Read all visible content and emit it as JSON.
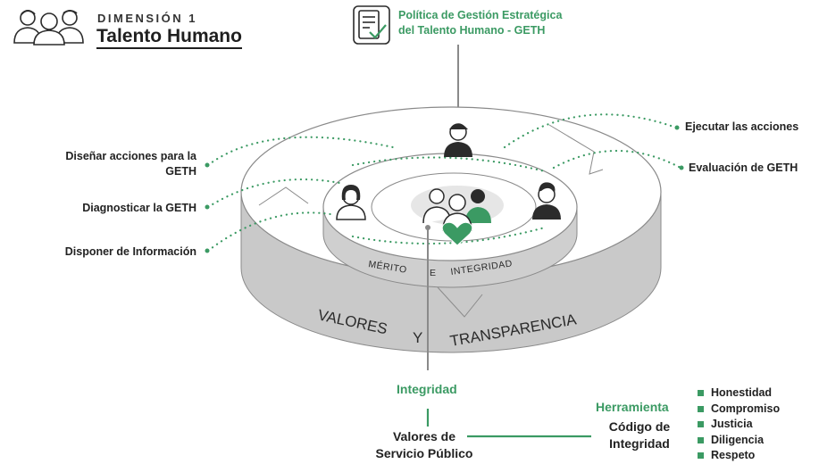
{
  "header": {
    "dimension_label": "DIMENSIÓN 1",
    "title": "Talento Humano"
  },
  "policy": {
    "line1": "Política de Gestión Estratégica",
    "line2": "del Talento Humano - GETH"
  },
  "left_labels": {
    "design_line1": "Diseñar acciones para la",
    "design_line2": "GETH",
    "diagnose": "Diagnosticar la GETH",
    "info": "Disponer de Información"
  },
  "right_labels": {
    "execute": "Ejecutar las acciones",
    "evaluate": "Evaluación de GETH"
  },
  "rings": {
    "inner_band": [
      "MÉRITO",
      "E",
      "INTEGRIDAD"
    ],
    "outer_band": [
      "VALORES",
      "Y",
      "TRANSPARENCIA"
    ]
  },
  "bottom": {
    "integrity": "Integridad",
    "values_line1": "Valores de",
    "values_line2": "Servicio Público",
    "tool_label": "Herramienta",
    "code_line1": "Código de",
    "code_line2": "Integridad",
    "values": [
      "Honestidad",
      "Compromiso",
      "Justicia",
      "Diligencia",
      "Respeto"
    ]
  },
  "colors": {
    "accent_green": "#3b9a63",
    "ring_gray": "#cfcfcf",
    "outline": "#8a8a8a",
    "text": "#222222"
  }
}
